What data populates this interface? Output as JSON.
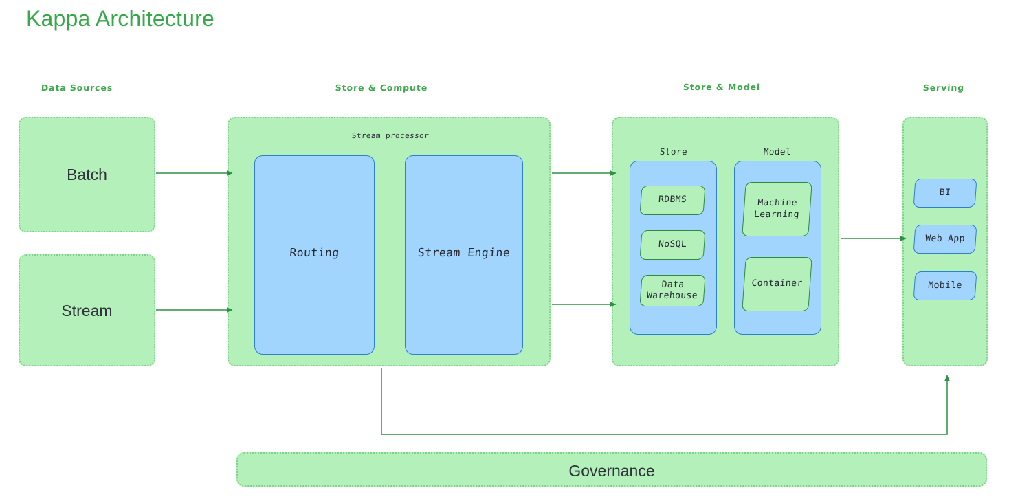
{
  "page": {
    "title": "Kappa Architecture",
    "title_color": "#36a84a",
    "background": "#ffffff",
    "zone_fill": "#b4f0b9",
    "zone_border": "#7fd08b",
    "panel_fill": "#a1d5fd",
    "panel_border": "#2f7fd0",
    "chip_border": "#2f8a3e",
    "arrow_color": "#2f9143",
    "text_color": "#262933"
  },
  "columns": [
    {
      "id": "data-sources",
      "label": "Data Sources"
    },
    {
      "id": "store-compute",
      "label": "Store & Compute"
    },
    {
      "id": "store-model",
      "label": "Store & Model"
    },
    {
      "id": "serving",
      "label": "Serving"
    }
  ],
  "data_sources": {
    "boxes": [
      {
        "id": "batch",
        "label": "Batch"
      },
      {
        "id": "stream",
        "label": "Stream"
      }
    ]
  },
  "store_compute": {
    "caption": "Stream processor",
    "panels": [
      {
        "id": "routing",
        "label": "Routing"
      },
      {
        "id": "stream-engine",
        "label": "Stream Engine"
      }
    ]
  },
  "store_model": {
    "groups": [
      {
        "id": "store",
        "label": "Store",
        "items": [
          {
            "id": "rdbms",
            "label": "RDBMS"
          },
          {
            "id": "nosql",
            "label": "NoSQL"
          },
          {
            "id": "data-warehouse",
            "label": "Data\nWarehouse"
          }
        ]
      },
      {
        "id": "model",
        "label": "Model",
        "items": [
          {
            "id": "machine-learning",
            "label": "Machine\nLearning"
          },
          {
            "id": "container",
            "label": "Container"
          }
        ]
      }
    ]
  },
  "serving": {
    "boxes": [
      {
        "id": "bi",
        "label": "BI"
      },
      {
        "id": "web-app",
        "label": "Web App"
      },
      {
        "id": "mobile",
        "label": "Mobile"
      }
    ]
  },
  "governance": {
    "label": "Governance"
  }
}
